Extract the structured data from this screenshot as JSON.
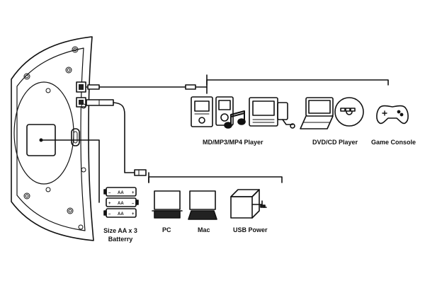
{
  "labels": {
    "mp3_player": "MD/MP3/MP4 Player",
    "dvd_player": "DVD/CD Player",
    "game_console": "Game Console",
    "pc": "PC",
    "mac": "Mac",
    "usb_power": "USB Power",
    "battery_line1": "Size AA x 3",
    "battery_line2": "Batterry",
    "battery_cell": "AA"
  },
  "colors": {
    "line": "#111111",
    "fill_gray": "#b8b8b8",
    "fill_dark": "#222222"
  }
}
